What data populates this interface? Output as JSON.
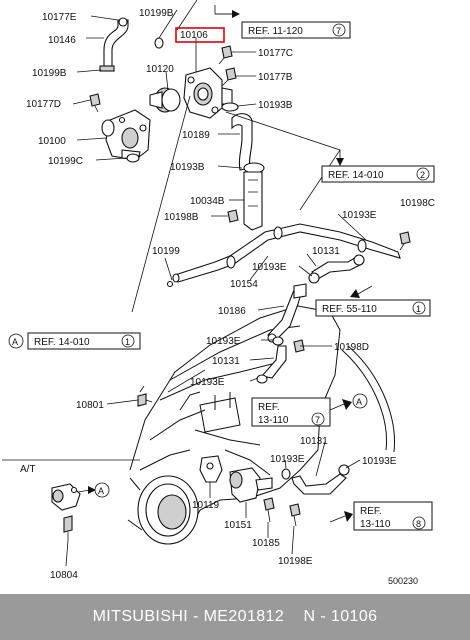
{
  "labels": {
    "l10177E_top": "10177E",
    "l10199B_top": "10199B",
    "l10146": "10146",
    "l10106": "10106",
    "l10177C": "10177C",
    "l10199B_mid": "10199B",
    "l10120": "10120",
    "l10177B": "10177B",
    "l10177D": "10177D",
    "l10193B_top": "10193B",
    "l10100": "10100",
    "l10189": "10189",
    "l10199C": "10199C",
    "l10193B_mid": "10193B",
    "l10034B": "10034B",
    "l10198B": "10198B",
    "l10193E_a": "10193E",
    "l10198C": "10198C",
    "l10199": "10199",
    "l10131_a": "10131",
    "l10193E_b": "10193E",
    "l10154": "10154",
    "l10186": "10186",
    "l10193E_c": "10193E",
    "l10198D": "10198D",
    "l10131_b": "10131",
    "l10193E_d": "10193E",
    "l10801": "10801",
    "l10131_c": "10131",
    "l10193E_e": "10193E",
    "l10193E_f": "10193E",
    "l10119": "10119",
    "l10151": "10151",
    "l10185": "10185",
    "l10198E": "10198E",
    "l10804": "10804",
    "at": "A/T",
    "diagram_code": "500230"
  },
  "refs": {
    "r1": {
      "text": "REF. 11-120",
      "num": "7"
    },
    "r2": {
      "text": "REF. 14-010",
      "num": "2"
    },
    "r3": {
      "text": "REF. 55-110",
      "num": "1"
    },
    "r4": {
      "text": "REF. 14-010",
      "num": "1",
      "prefix": "A"
    },
    "r5": {
      "line1": "REF.",
      "line2": "13-110",
      "num": "7"
    },
    "r6": {
      "line1": "REF.",
      "line2": "13-110",
      "num": "8"
    }
  },
  "callouts": {
    "a1": "A",
    "a2": "A"
  },
  "footer": {
    "brand": "MITSUBISHI",
    "sep1": " - ",
    "part_number": "ME201812",
    "sep2": "    N - ",
    "ref_number": "10106"
  },
  "colors": {
    "highlight": "#e10000",
    "footer_bg": "#9a9a9a",
    "footer_text": "#ffffff"
  }
}
